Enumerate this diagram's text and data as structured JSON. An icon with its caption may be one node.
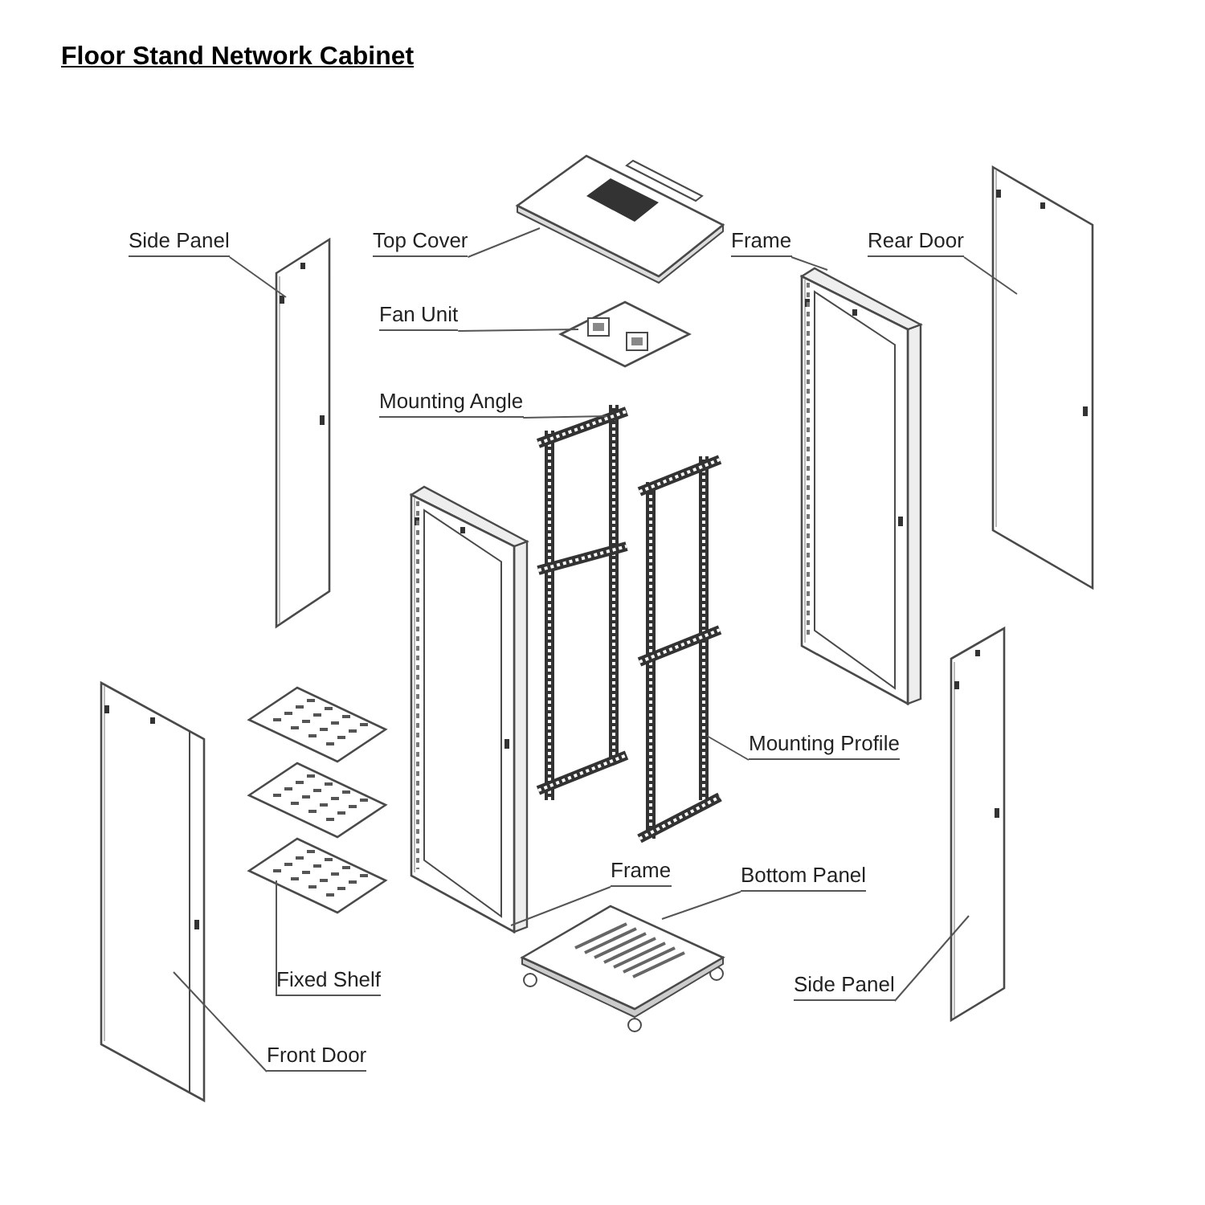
{
  "diagram": {
    "title": "Floor Stand Network Cabinet",
    "nodes": [
      {
        "text": [
          "Side Panel"
        ]
      },
      {
        "text": [],
        "shape": "picture"
      },
      {
        "text": [
          "Top Cover"
        ]
      },
      {
        "text": [],
        "shape": "picture"
      },
      {
        "text": [
          "Frame"
        ]
      },
      {
        "text": [],
        "shape": "picture"
      },
      {
        "text": [
          "Rear Door"
        ]
      },
      {
        "text": [],
        "shape": "picture"
      },
      {
        "text": [
          "Fan Unit"
        ]
      },
      {
        "text": [],
        "shape": "picture"
      },
      {
        "text": [
          "Mounting Angle"
        ]
      },
      {
        "text": [],
        "shape": "picture"
      },
      {
        "text": [
          "Mounting Profile"
        ]
      },
      {
        "text": [],
        "shape": "picture"
      },
      {
        "text": [],
        "shape": "picture"
      },
      {
        "text": [
          "Frame"
        ]
      },
      {
        "text": [
          "Bottom Panel"
        ]
      },
      {
        "text": [],
        "shape": "picture"
      },
      {
        "text": [
          "Fixed Shelf"
        ]
      },
      {
        "text": [],
        "shape": "picture"
      },
      {
        "text": [
          "Front Door"
        ]
      },
      {
        "text": [],
        "shape": "picture"
      },
      {
        "text": [
          "Side Panel"
        ]
      },
      {
        "text": [],
        "shape": "picture"
      }
    ],
    "edges": [
      {
        "from": 0,
        "to": 1,
        "arrow": "none"
      },
      {
        "from": 2,
        "to": 3,
        "arrow": "none"
      },
      {
        "from": 4,
        "to": 5,
        "arrow": "none"
      },
      {
        "from": 6,
        "to": 7,
        "arrow": "none"
      },
      {
        "from": 8,
        "to": 9,
        "arrow": "none"
      },
      {
        "from": 10,
        "to": 11,
        "arrow": "none"
      },
      {
        "from": 12,
        "to": 13,
        "arrow": "none"
      },
      {
        "from": 15,
        "to": 14,
        "arrow": "none"
      },
      {
        "from": 16,
        "to": 17,
        "arrow": "none"
      },
      {
        "from": 18,
        "to": 19,
        "arrow": "none"
      },
      {
        "from": 20,
        "to": 21,
        "arrow": "none"
      },
      {
        "from": 22,
        "to": 23,
        "arrow": "none"
      }
    ]
  }
}
